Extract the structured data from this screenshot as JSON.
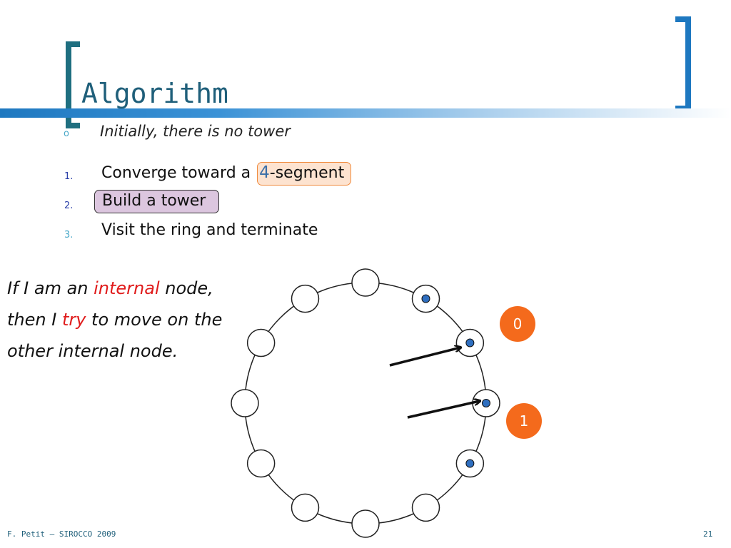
{
  "slide": {
    "title": "Algorithm",
    "intro": "Initially, there is no tower",
    "intro_marker": "o",
    "steps": [
      {
        "marker": "1.",
        "pre": "Converge toward a ",
        "num": "4",
        "post": "-segment"
      },
      {
        "marker": "2.",
        "text": "Build a tower"
      },
      {
        "marker": "3.",
        "text": "Visit the ring and terminate"
      }
    ],
    "body": {
      "p1": "If I am an ",
      "internal": "internal",
      "p2": " node, then I ",
      "try": "try",
      "p3": " to move on the other internal node."
    },
    "badges": [
      "0",
      "1"
    ],
    "footer_left": "F. Petit – SIROCCO 2009",
    "footer_right": "21"
  },
  "colors": {
    "title": "#1f5f7a",
    "accent_blue": "#1e78c0",
    "bracket_dark": "#1f6f80",
    "highlight_orange": "#fde3d0",
    "highlight_purple": "#dcc6df",
    "badge": "#f46a1c",
    "robot": "#2f6fc0",
    "emphasis_red": "#e01c1c"
  },
  "ring": {
    "nodes": 12,
    "robot_nodes": [
      1,
      2,
      3,
      4
    ]
  }
}
